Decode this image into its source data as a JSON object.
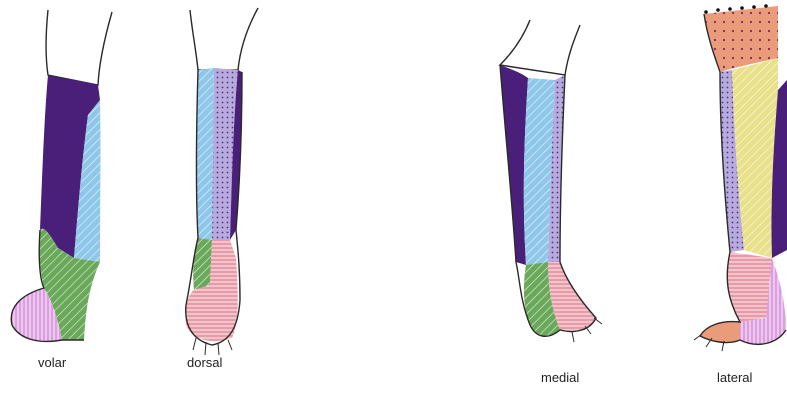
{
  "views": [
    {
      "id": "volar",
      "label": "volar"
    },
    {
      "id": "dorsal",
      "label": "dorsal"
    },
    {
      "id": "medial",
      "label": "medial"
    },
    {
      "id": "lateral",
      "label": "lateral"
    }
  ],
  "palette": {
    "purple": "#4a1f7a",
    "light_blue": "#8ec7ea",
    "lavender": "#b9a9dc",
    "green": "#6aa85a",
    "pink": "#e89aa8",
    "light_pink": "#dc9ee0",
    "salmon": "#ea9c7a",
    "yellow": "#e9e08a",
    "outline": "#2a2a2a"
  }
}
